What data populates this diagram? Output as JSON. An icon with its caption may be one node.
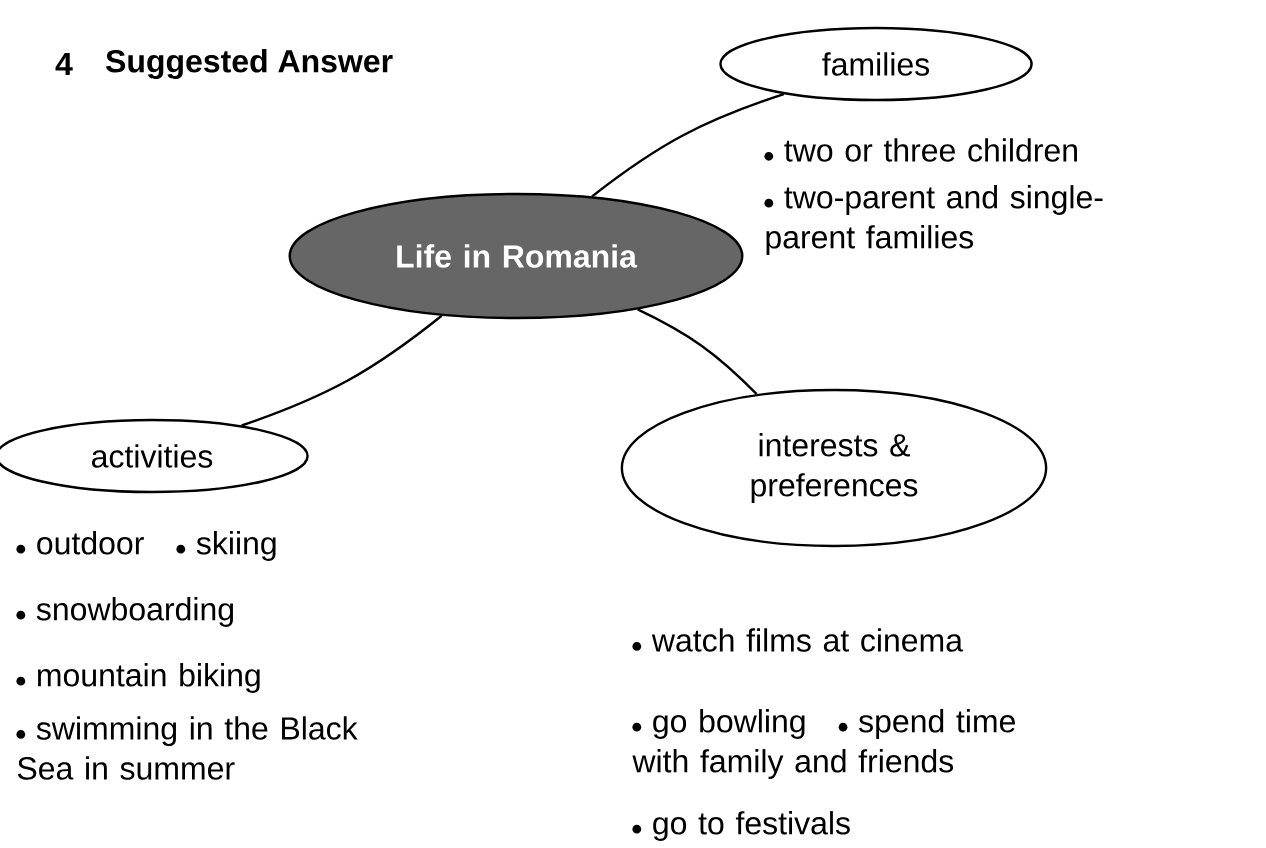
{
  "diagram": {
    "title": "Suggested Answer",
    "nodes": [
      {
        "text": [
          "Life in Romania"
        ]
      },
      {
        "text": [
          "families"
        ],
        "beside": [
          "two or three children",
          "two-parent and single-parent families"
        ]
      },
      {
        "text": [
          "activities"
        ],
        "beside": [
          "outdoor",
          "skiing",
          "snowboarding",
          "mountain biking",
          "swimming in the Black Sea in summer"
        ]
      },
      {
        "text": [
          "interests & preferences"
        ],
        "beside": [
          "watch films at cinema",
          "go bowling",
          "spend time with family and friends",
          "go to festivals"
        ]
      }
    ],
    "edges": [
      {
        "from": 0,
        "to": 1,
        "arrow": "none"
      },
      {
        "from": 0,
        "to": 2,
        "arrow": "none"
      },
      {
        "from": 0,
        "to": 3,
        "arrow": "none"
      }
    ],
    "labels": [
      "4"
    ]
  }
}
